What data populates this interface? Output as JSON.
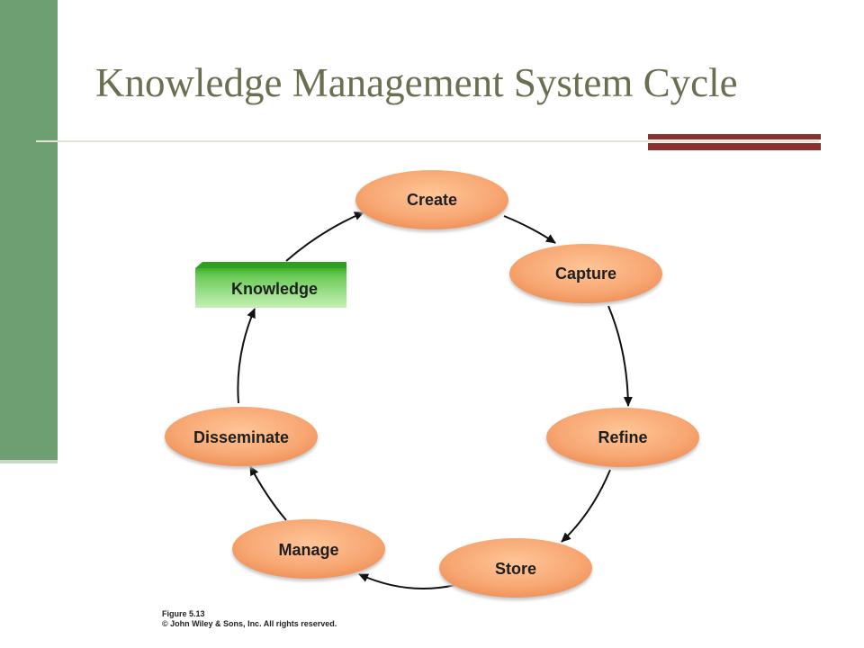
{
  "slide": {
    "title": "Knowledge Management System Cycle"
  },
  "diagram": {
    "nodes": [
      {
        "id": "create",
        "label": "Create"
      },
      {
        "id": "capture",
        "label": "Capture"
      },
      {
        "id": "refine",
        "label": "Refine"
      },
      {
        "id": "store",
        "label": "Store"
      },
      {
        "id": "manage",
        "label": "Manage"
      },
      {
        "id": "disseminate",
        "label": "Disseminate"
      }
    ],
    "knowledge_label": "Knowledge",
    "node_fill": "#f7a773",
    "knowledge_fill": "#7dd36a",
    "edges": [
      [
        "create",
        "capture"
      ],
      [
        "capture",
        "refine"
      ],
      [
        "refine",
        "store"
      ],
      [
        "store",
        "manage"
      ],
      [
        "manage",
        "disseminate"
      ],
      [
        "disseminate",
        "knowledge"
      ],
      [
        "knowledge",
        "create"
      ]
    ]
  },
  "caption": {
    "figure": "Figure 5.13",
    "copyright": "© John Wiley & Sons, Inc. All rights reserved."
  },
  "colors": {
    "side_bar": "#6e9f73",
    "title": "#6b6f52",
    "accent": "#8b2f2f"
  }
}
